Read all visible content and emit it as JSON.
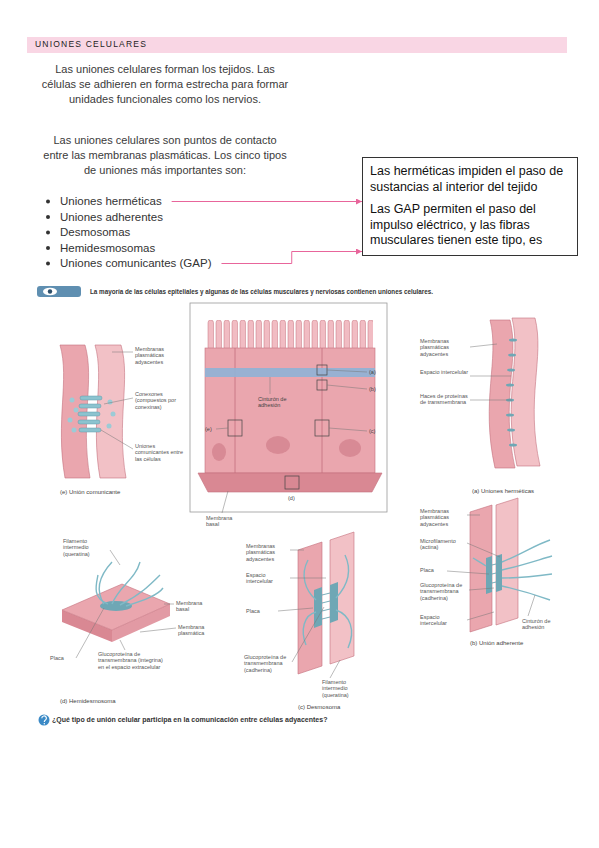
{
  "diagram": {
    "title": "UNIONES CELULARES",
    "nodes": [
      {
        "text": [
          "Uniones herméticas"
        ]
      },
      {
        "text": [
          "Uniones adherentes"
        ]
      },
      {
        "text": [
          "Desmosomas"
        ]
      },
      {
        "text": [
          "Hemidesmosomas"
        ]
      },
      {
        "text": [
          "Uniones comunicantes (GAP)"
        ]
      },
      {
        "text": [
          "Las herméticas impiden el paso de sustancias al interior del tejido",
          "Las GAP permiten el paso del impulso eléctrico, y las fibras musculares tienen este tipo, es"
        ]
      }
    ],
    "edges": [
      {
        "from": 0,
        "to": 5,
        "arrow": "to"
      },
      {
        "from": 4,
        "to": 5,
        "arrow": "to"
      }
    ],
    "labels": [
      "Las uniones celulares forman los tejidos. Las células se adhieren en forma estrecha para formar unidades funcionales como los nervios.",
      "Las uniones celulares son puntos de contacto entre las membranas plasmáticas. Los cinco tipos de uniones más importantes son:",
      "La mayoría de las células epiteliales y algunas de las células musculares y nerviosas contienen uniones celulares.",
      "Membranas plasmáticas adyacentes",
      "Conexones (compuestos por conexinas)",
      "Uniones comunicantes entre las células",
      "(e) Unión comunicante",
      "(a)",
      "(b)",
      "Cinturón de adhesión",
      "(e)",
      "(c)",
      "(d)",
      "Membrana basal",
      "Membranas plasmáticas adyacentes",
      "Espacio intercelular",
      "Haces de proteínas de transmembrana",
      "(a) Uniones herméticas",
      "Filamento intermedio (queratina)",
      "Membrana basal",
      "Membrana plasmática",
      "Placa",
      "Glucoproteína de transmembrana (integrina) en el espacio extracelular",
      "(d) Hemidesmosoma",
      "Membranas plasmáticas adyacentes",
      "Espacio intercelular",
      "Placa",
      "Glucoproteína de transmembrana (cadherina)",
      "Filamento intermedio (queratina)",
      "(c) Desmosoma",
      "Membranas plasmáticas adyacentes",
      "Microfilamento (actina)",
      "Placa",
      "Glucoproteína de transmembrana (cadherina)",
      "Espacio intercelular",
      "Cinturón de adhesión",
      "(b) Unión adherente",
      "¿Qué tipo de unión celular participa en la comunicación entre células adyacentes?"
    ]
  }
}
